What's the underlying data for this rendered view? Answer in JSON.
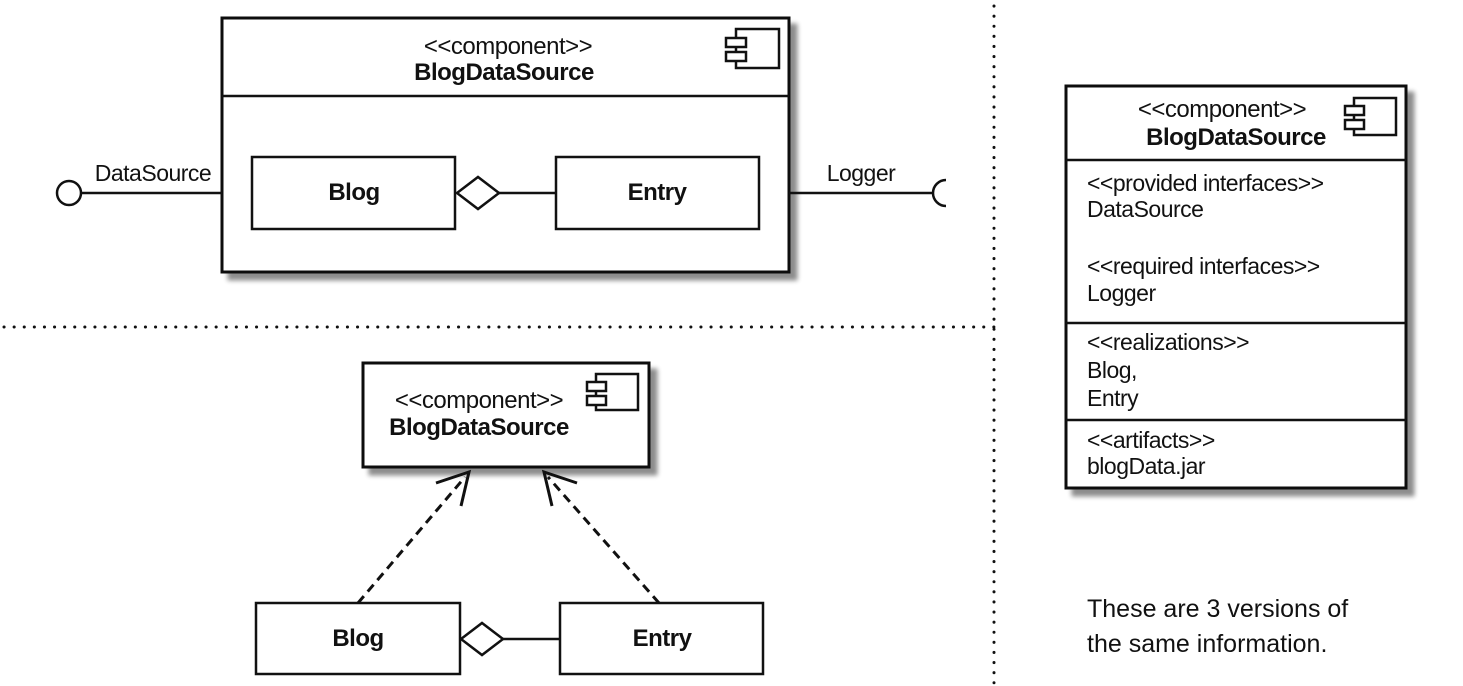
{
  "diagram_1": {
    "stereotype": "<<component>>",
    "name": "BlogDataSource",
    "provided_interface": "DataSource",
    "required_interface": "Logger",
    "parts": [
      "Blog",
      "Entry"
    ]
  },
  "diagram_2": {
    "stereotype": "<<component>>",
    "name": "BlogDataSource",
    "parts": [
      "Blog",
      "Entry"
    ]
  },
  "diagram_3": {
    "stereotype": "<<component>>",
    "name": "BlogDataSource",
    "provided_header": "<<provided interfaces>>",
    "provided_value": "DataSource",
    "required_header": "<<required  interfaces>>",
    "required_value": "Logger",
    "realizations_header": "<<realizations>>",
    "realizations_values": [
      "Blog,",
      "Entry"
    ],
    "artifacts_header": "<<artifacts>>",
    "artifacts_value": "blogData.jar"
  },
  "caption": [
    "These are 3 versions of",
    "the same information."
  ]
}
